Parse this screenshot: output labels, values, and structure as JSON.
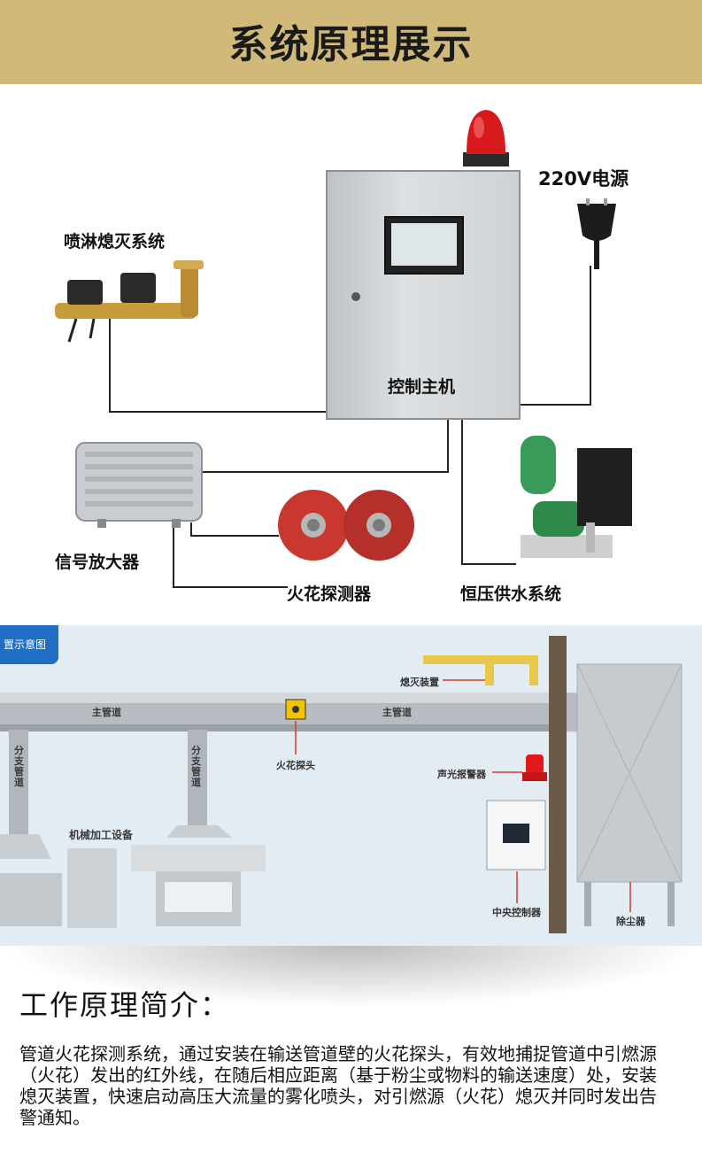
{
  "header": {
    "title": "系统原理展示"
  },
  "photo_diagram": {
    "labels": {
      "power": "220V电源",
      "sprinkler": "喷淋熄灭系统",
      "controller": "控制主机",
      "amplifier": "信号放大器",
      "detector": "火花探测器",
      "water_supply": "恒压供水系统"
    }
  },
  "schematic": {
    "tag": "置示意图",
    "labels": {
      "extinguisher": "熄灭装置",
      "main_pipe_left": "主管道",
      "main_pipe_right": "主管道",
      "branch_left": "分支管道",
      "branch_right": "分支管道",
      "spark_probe": "火花探头",
      "alarm": "声光报警器",
      "machining": "机械加工设备",
      "central_controller": "中央控制器",
      "dust_collector": "除尘器"
    }
  },
  "intro": {
    "title": "工作原理简介：",
    "text": "管道火花探测系统，通过安装在输送管道壁的火花探头，有效地捕捉管道中引燃源（火花）发出的红外线，在随后相应距离（基于粉尘或物料的输送速度）处，安装熄灭装置，快速启动高压大流量的雾化喷头，对引燃源（火花）熄灭并同时发出告警通知。"
  },
  "colors": {
    "banner": "#d1b97a",
    "accent_blue": "#1f6fc4",
    "alarm_red": "#e01a1a"
  }
}
